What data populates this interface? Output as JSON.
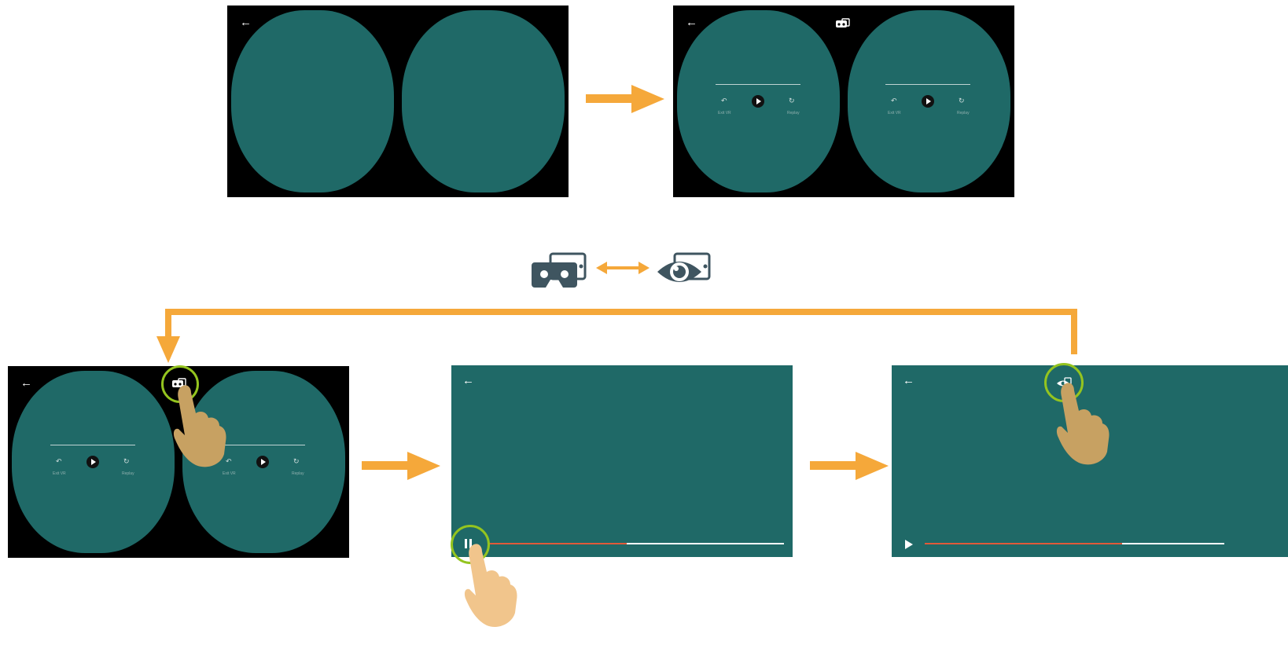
{
  "colors": {
    "accent_arrow": "#f5a83a",
    "screen_teal": "#1f6967",
    "screen_black": "#000000",
    "highlight_ring": "#94c41f",
    "progress_red": "#e05a3a",
    "icon_slate": "#3f5560",
    "hand_dark": "#c7a162",
    "hand_light": "#f1c58c"
  },
  "icons": {
    "back": "arrow-left-icon",
    "cardboard": "cardboard-vr-icon",
    "eye": "eye-icon",
    "undo": "undo-icon",
    "replay": "replay-icon",
    "play": "play-icon",
    "pause": "pause-icon",
    "hand": "pointing-hand-icon"
  },
  "labels": {
    "exit_vr": "Exit VR",
    "replay": "Replay"
  },
  "progress": {
    "panel_pause_played_fraction": 0.47,
    "panel_play_played_fraction": 0.66
  }
}
